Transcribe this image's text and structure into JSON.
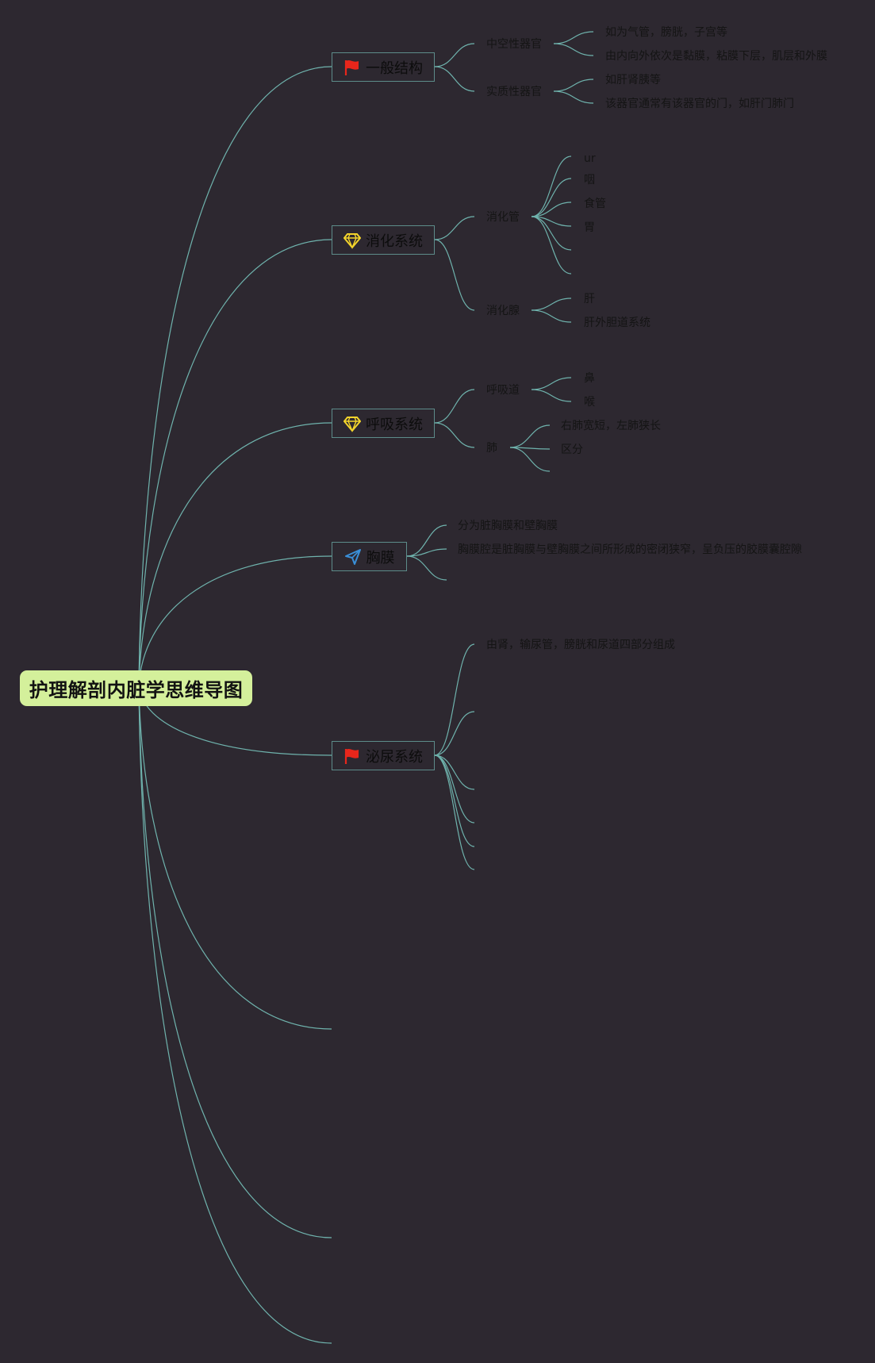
{
  "root": {
    "title": "护理解剖内脏学思维导图"
  },
  "topics": [
    {
      "label": "一般结构",
      "icon": "red-flag-icon"
    },
    {
      "label": "消化系统",
      "icon": "yellow-diamond-icon"
    },
    {
      "label": "呼吸系统",
      "icon": "yellow-diamond-icon"
    },
    {
      "label": "胸膜",
      "icon": "blue-paper-plane-icon"
    },
    {
      "label": "泌尿系统",
      "icon": "red-flag-icon"
    }
  ],
  "general": {
    "hollow": "中空性器官",
    "hollow_ex1": "如为气管，膀胱，子宫等",
    "hollow_ex2": "由内向外依次是黏膜，粘膜下层，肌层和外膜",
    "solid": "实质性器官",
    "solid_ex1": "如肝肾胰等",
    "solid_ex2": "该器官通常有该器官的门，如肝门肺门"
  },
  "digestive": {
    "tract": "消化管",
    "tract_items": [
      "ur",
      "咽",
      "食管",
      "胃"
    ],
    "glands": "消化腺",
    "gland_items": [
      "肝",
      "肝外胆道系统"
    ]
  },
  "respiratory": {
    "airway": "呼吸道",
    "airway_items": [
      "鼻",
      "喉"
    ],
    "lung": "肺",
    "lung_items": [
      "右肺宽短，左肺狭长",
      "区分"
    ]
  },
  "pleura": {
    "items": [
      "分为脏胸膜和壁胸膜",
      "胸膜腔是脏胸膜与壁胸膜之间所形成的密闭狭窄，呈负压的胶膜囊腔隙"
    ]
  },
  "urinary": {
    "items": [
      "由肾，输尿管，膀胱和尿道四部分组成"
    ]
  },
  "colors": {
    "background": "#2d2830",
    "connector": "#6fb3ad",
    "root_fill": "#d4f09b",
    "topic_border": "#5d8c8a",
    "flag": "#e8261b",
    "diamond": "#f4d52b",
    "plane": "#3a8fd8"
  }
}
